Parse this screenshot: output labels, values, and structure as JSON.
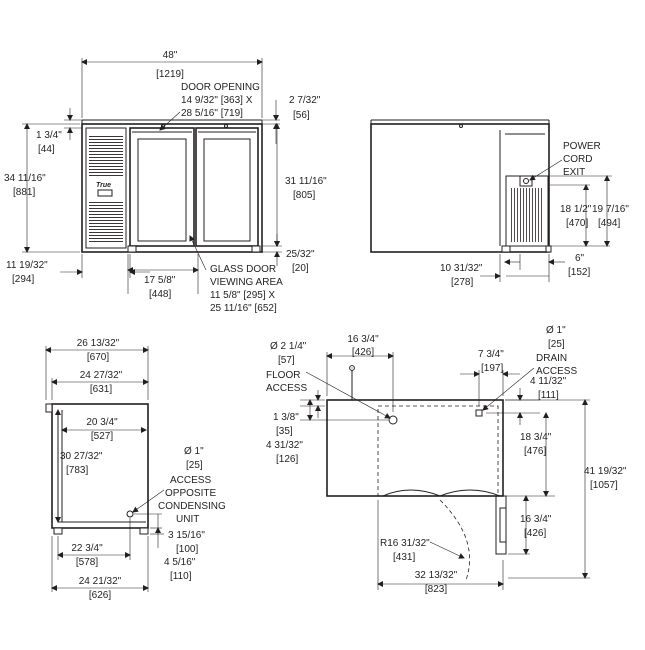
{
  "front": {
    "width": [
      "48\"",
      "[1219]"
    ],
    "door_opening": [
      "DOOR OPENING",
      "14 9/32\" [363] X",
      "28 5/16\" [719]"
    ],
    "top": [
      "2 7/32\"",
      "[56]"
    ],
    "left_top": [
      "1 3/4\"",
      "[44]"
    ],
    "height": [
      "34 11/16\"",
      "[881]"
    ],
    "door_h": [
      "31 11/16\"",
      "[805]"
    ],
    "base": [
      "25/32\"",
      "[20]"
    ],
    "left_w": [
      "11 19/32\"",
      "[294]"
    ],
    "door_w": [
      "17 5/8\"",
      "[448]"
    ],
    "glass": [
      "GLASS DOOR",
      "VIEWING AREA",
      "11 5/8\" [295] X",
      "25 11/16\" [652]"
    ],
    "brand": "True"
  },
  "back": {
    "power": [
      "POWER",
      "CORD",
      "EXIT"
    ],
    "h1": [
      "18 1/2\"",
      "[470]"
    ],
    "h2": [
      "19 7/16\"",
      "[494]"
    ],
    "w1": [
      "10 31/32\"",
      "[278]"
    ],
    "w2": [
      "6\"",
      "[152]"
    ]
  },
  "side": {
    "d1": [
      "26 13/32\"",
      "[670]"
    ],
    "d2": [
      "24 27/32\"",
      "[631]"
    ],
    "d3": [
      "20 3/4\"",
      "[527]"
    ],
    "h": [
      "30 27/32\"",
      "[783]"
    ],
    "hole": [
      "Ø 1\"",
      "[25]"
    ],
    "access": [
      "ACCESS",
      "OPPOSITE",
      "CONDENSING",
      "UNIT"
    ],
    "d4": [
      "22 3/4\"",
      "[578]"
    ],
    "h2": [
      "3 15/16\"",
      "[100]"
    ],
    "h3": [
      "4 5/16\"",
      "[110]"
    ],
    "d5": [
      "24 21/32\"",
      "[626]"
    ]
  },
  "plan": {
    "floor_d": [
      "Ø 2 1/4\"",
      "[57]"
    ],
    "floor": [
      "FLOOR",
      "ACCESS"
    ],
    "x1": [
      "16 3/4\"",
      "[426]"
    ],
    "drain_d": [
      "Ø 1\"",
      "[25]"
    ],
    "x2": [
      "7 3/4\"",
      "[197]"
    ],
    "drain": [
      "DRAIN",
      "ACCESS"
    ],
    "x3": [
      "4 11/32\"",
      "[111]"
    ],
    "y1": [
      "1 3/8\"",
      "[35]"
    ],
    "y2": [
      "4 31/32\"",
      "[126]"
    ],
    "y3": [
      "18 3/4\"",
      "[476]"
    ],
    "y4": [
      "41 19/32\"",
      "[1057]"
    ],
    "y5": [
      "16 3/4\"",
      "[426]"
    ],
    "radius": [
      "R16 31/32\"",
      "[431]"
    ],
    "w": [
      "32 13/32\"",
      "[823]"
    ]
  }
}
